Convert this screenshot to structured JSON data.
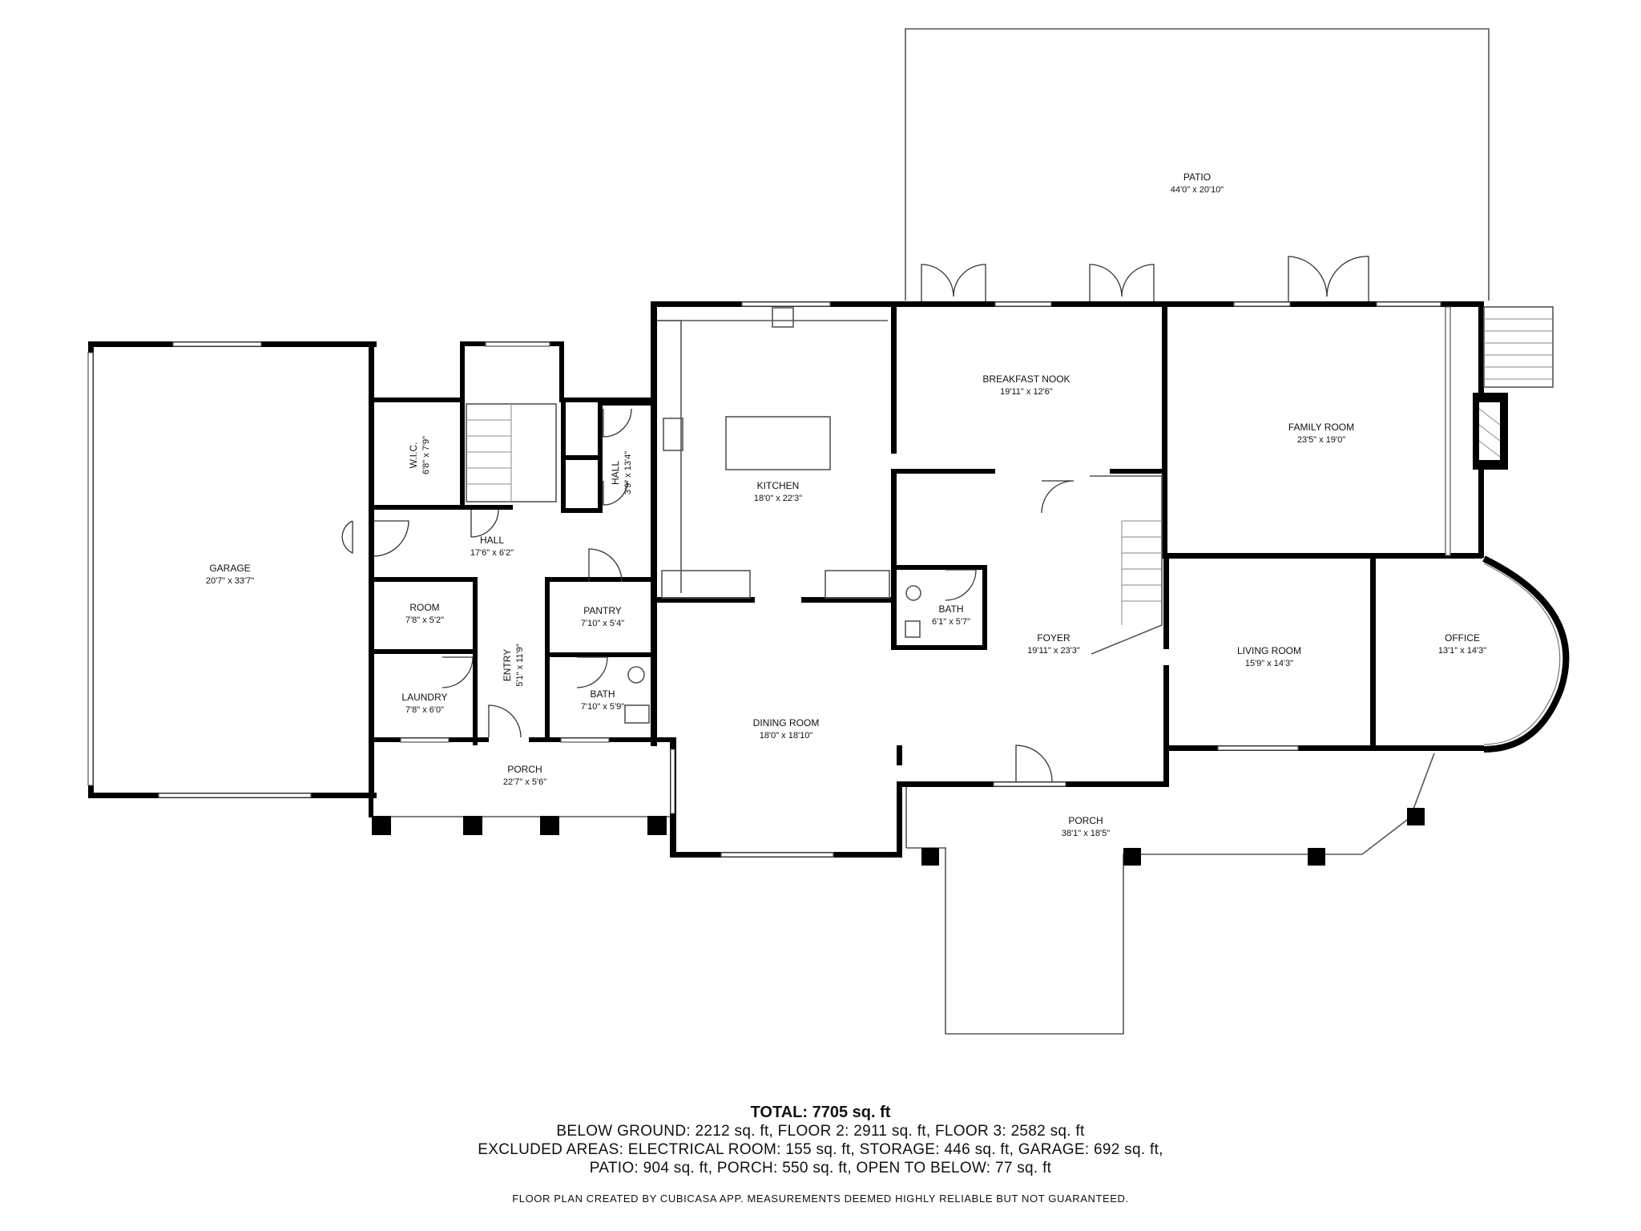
{
  "rooms": {
    "patio": {
      "name": "PATIO",
      "dims": "44'0\" x 20'10\""
    },
    "garage": {
      "name": "GARAGE",
      "dims": "20'7\" x 33'7\""
    },
    "wic": {
      "name": "W.I.C.",
      "dims": "6'8\" x 7'9\""
    },
    "hall_main": {
      "name": "HALL",
      "dims": "17'6\" x 6'2\""
    },
    "hall_small": {
      "name": "HALL",
      "dims": "3'9\" x 13'4\""
    },
    "kitchen": {
      "name": "KITCHEN",
      "dims": "18'0\" x 22'3\""
    },
    "breakfast_nook": {
      "name": "BREAKFAST NOOK",
      "dims": "19'11\" x 12'6\""
    },
    "family_room": {
      "name": "FAMILY ROOM",
      "dims": "23'5\" x 19'0\""
    },
    "room": {
      "name": "ROOM",
      "dims": "7'8\" x 5'2\""
    },
    "pantry": {
      "name": "PANTRY",
      "dims": "7'10\" x 5'4\""
    },
    "entry": {
      "name": "ENTRY",
      "dims": "5'1\" x 11'9\""
    },
    "laundry": {
      "name": "LAUNDRY",
      "dims": "7'8\" x 6'0\""
    },
    "bath_left": {
      "name": "BATH",
      "dims": "7'10\" x 5'9\""
    },
    "bath_small": {
      "name": "BATH",
      "dims": "6'1\" x 5'7\""
    },
    "foyer": {
      "name": "FOYER",
      "dims": "19'11\" x 23'3\""
    },
    "living_room": {
      "name": "LIVING ROOM",
      "dims": "15'9\" x 14'3\""
    },
    "office": {
      "name": "OFFICE",
      "dims": "13'1\" x 14'3\""
    },
    "dining_room": {
      "name": "DINING ROOM",
      "dims": "18'0\" x 18'10\""
    },
    "porch_left": {
      "name": "PORCH",
      "dims": "22'7\" x 5'6\""
    },
    "porch_front": {
      "name": "PORCH",
      "dims": "38'1\" x 18'5\""
    }
  },
  "summary": {
    "total": "TOTAL: 7705 sq. ft",
    "line1": "BELOW GROUND: 2212 sq. ft, FLOOR 2: 2911 sq. ft, FLOOR 3: 2582 sq. ft",
    "line2": "EXCLUDED AREAS: ELECTRICAL ROOM: 155 sq. ft, STORAGE: 446 sq. ft, GARAGE: 692 sq. ft,",
    "line3": "PATIO: 904 sq. ft, PORCH: 550 sq. ft, OPEN TO BELOW: 77 sq. ft"
  },
  "credit": "FLOOR PLAN CREATED BY CUBICASA APP. MEASUREMENTS DEEMED HIGHLY RELIABLE BUT NOT GUARANTEED."
}
